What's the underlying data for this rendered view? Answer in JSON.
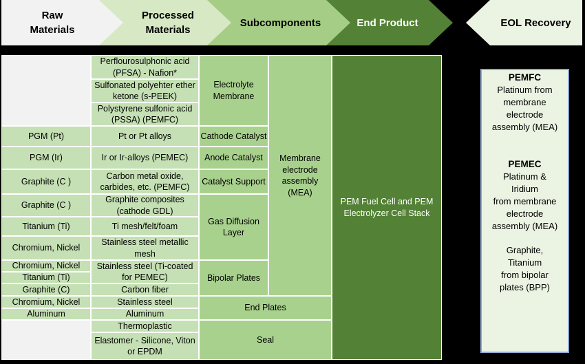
{
  "header": {
    "raw_l1": "Raw",
    "raw_l2": "Materials",
    "proc_l1": "Processed",
    "proc_l2": "Materials",
    "sub": "Subcomponents",
    "end": "End Product",
    "eol": "EOL Recovery"
  },
  "raw": {
    "pgm_pt": "PGM (Pt)",
    "pgm_ir": "PGM (Ir)",
    "graphite_1": "Graphite (C )",
    "graphite_2": "Graphite (C )",
    "titanium_1": "Titanium (Ti)",
    "cr_ni_1": "Chromium, Nickel",
    "cr_ni_2": "Chromium, Nickel",
    "titanium_2": "Titanium (Ti)",
    "graphite_3": "Graphite (C)",
    "cr_ni_3": "Chromium, Nickel",
    "aluminum": "Aluminum"
  },
  "processed": {
    "pfsa_l1": "Perflourosulphonic acid",
    "pfsa_l2": "(PFSA) - Nafion*",
    "speek_l1": "Sulfonated polyehter ether",
    "speek_l2": "ketone (s-PEEK)",
    "pssa_l1": "Polystyrene sulfonic acid",
    "pssa_l2": "(PSSA) (PEMFC)",
    "pt_alloys": "Pt  or Pt alloys",
    "ir_alloys": "Ir or Ir-alloys (PEMEC)",
    "carbon_oxide_l1": "Carbon metal oxide,",
    "carbon_oxide_l2": "carbides, etc. (PEMFC)",
    "graphite_comp_l1": "Graphite composites",
    "graphite_comp_l2": "(cathode GDL)",
    "ti_mesh": "Ti mesh/felt/foam",
    "ss_metallic_l1": "Stainless steel metallic",
    "ss_metallic_l2": "mesh",
    "ss_ti_l1": "Stainless steel  (Ti-coated",
    "ss_ti_l2": "for PEMEC)",
    "carbon_fiber": "Carbon fiber",
    "stainless": "Stainless steel",
    "aluminum": "Aluminum",
    "thermoplastic": "Thermoplastic",
    "elastomer_l1": "Elastomer - Silicone, Viton",
    "elastomer_l2": "or EPDM"
  },
  "subcomponents": {
    "electrolyte_l1": "Electrolyte",
    "electrolyte_l2": "Membrane",
    "cathode": "Cathode Catalyst",
    "anode": "Anode Catalyst",
    "support": "Catalyst Support",
    "gdl_l1": "Gas Diffusion",
    "gdl_l2": "Layer",
    "bipolar": "Bipolar Plates",
    "end_plates": "End Plates",
    "seal": "Seal"
  },
  "mea": {
    "l1": "Membrane",
    "l2": "electrode",
    "l3": "assembly",
    "l4": "(MEA)"
  },
  "end_product": {
    "l1": "PEM Fuel Cell and PEM",
    "l2": "Electrolyzer Cell Stack"
  },
  "eol": {
    "pemfc_title": "PEMFC",
    "pemfc_l1": "Platinum from",
    "pemfc_l2": "membrane",
    "pemfc_l3": "electrode",
    "pemfc_l4": "assembly (MEA)",
    "pemec_title": "PEMEC",
    "pemec_l1": "Platinum &",
    "pemec_l2": "Iridium",
    "pemec_l3": "from membrane",
    "pemec_l4": "electrode",
    "pemec_l5": "assembly (MEA)",
    "bpp_l1": "Graphite,",
    "bpp_l2": "Titanium",
    "bpp_l3": "from bipolar",
    "bpp_l4": "plates (BPP)"
  },
  "colors": {
    "raw_header": "#f2f2f2",
    "processed_header": "#d6e8c4",
    "subcomponents_header": "#a6cd86",
    "end_product_header": "#538135",
    "eol_header": "#ebf3e3",
    "cell_light": "#c5e0b4",
    "cell_mid": "#a9d18e",
    "eol_border": "#8fa9d6"
  }
}
